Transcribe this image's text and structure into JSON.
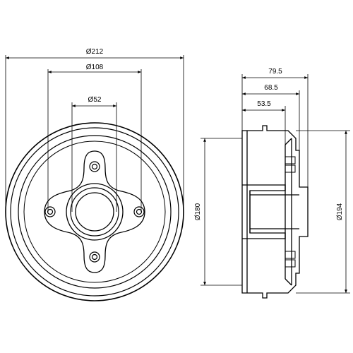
{
  "dimensions": {
    "outer_diameter": "Ø212",
    "bolt_circle": "Ø108",
    "hub_bore": "Ø52",
    "drum_inner_diameter": "Ø180",
    "drum_outer_diameter": "Ø194",
    "overall_height": "79.5",
    "height_to_flange": "68.5",
    "height_to_hub": "53.5"
  },
  "colors": {
    "line": "#000000",
    "background": "#ffffff"
  }
}
